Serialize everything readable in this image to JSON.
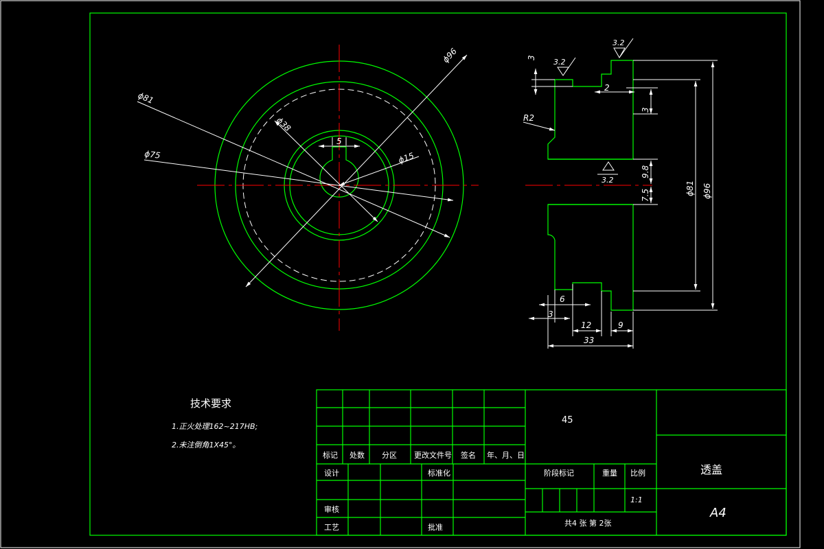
{
  "front_view": {
    "dims": {
      "d96": "ϕ96",
      "d81": "ϕ81",
      "d75": "ϕ75",
      "d38": "ϕ38",
      "d15": "ϕ15",
      "key": "5"
    }
  },
  "side_view": {
    "dims": {
      "top_3": "3",
      "top_2": "2",
      "right_3": "3",
      "r2": "R2",
      "d9_8": "9.8",
      "d7_5": "7.5",
      "d81": "ϕ81",
      "d96": "ϕ96",
      "b6": "6",
      "b3": "3",
      "b12": "12",
      "b9": "9",
      "b33": "33"
    },
    "roughness": {
      "left": "3.2",
      "top": "3.2",
      "bore": "3.2"
    }
  },
  "tech_req": {
    "title": "技术要求",
    "item1": "1.正火处理162~217HB;",
    "item2": "2.未注倒角1X45°。"
  },
  "title_block": {
    "material": "45",
    "part_name": "透盖",
    "paper_size": "A4",
    "scale_value": "1:1",
    "sheets": "共4 张  第 2张",
    "header": [
      "标记",
      "处数",
      "分区",
      "更改文件号",
      "签名",
      "年、月、日"
    ],
    "labels": {
      "design": "设计",
      "standardize": "标准化",
      "stage_mark": "阶段标记",
      "weight": "重量",
      "scale": "比例",
      "review": "审核",
      "process": "工艺",
      "approve": "批准"
    }
  },
  "colors": {
    "outline": "#00ff00",
    "center": "#ff0000",
    "dimension": "#ffffff",
    "background": "#000000"
  }
}
